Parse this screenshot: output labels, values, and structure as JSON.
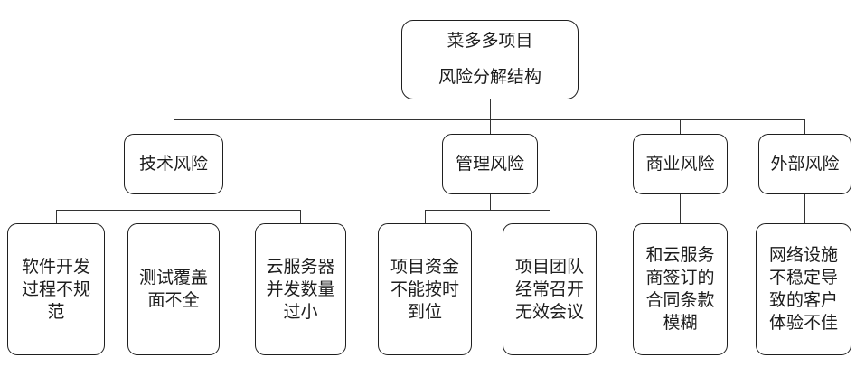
{
  "diagram": {
    "root": {
      "label": "菜多多项目\n风险分解结构"
    },
    "level2": [
      {
        "id": "technical-risk",
        "label": "技术风险"
      },
      {
        "id": "management-risk",
        "label": "管理风险"
      },
      {
        "id": "commercial-risk",
        "label": "商业风险"
      },
      {
        "id": "external-risk",
        "label": "外部风险"
      }
    ],
    "leaves": [
      {
        "parent": "technical-risk",
        "label": "软件开发\n过程不规\n范"
      },
      {
        "parent": "technical-risk",
        "label": "测试覆盖\n面不全"
      },
      {
        "parent": "technical-risk",
        "label": "云服务器\n并发数量\n过小"
      },
      {
        "parent": "management-risk",
        "label": "项目资金\n不能按时\n到位"
      },
      {
        "parent": "management-risk",
        "label": "项目团队\n经常召开\n无效会议"
      },
      {
        "parent": "commercial-risk",
        "label": "和云服务\n商签订的\n合同条款\n模糊"
      },
      {
        "parent": "external-risk",
        "label": "网络设施\n不稳定导\n致的客户\n体验不佳"
      }
    ],
    "colors": {
      "line": "#333333",
      "box_border": "#1f1f1f",
      "box_fill": "#ffffff",
      "background": "#ffffff",
      "text": "#1d1d1d"
    }
  }
}
